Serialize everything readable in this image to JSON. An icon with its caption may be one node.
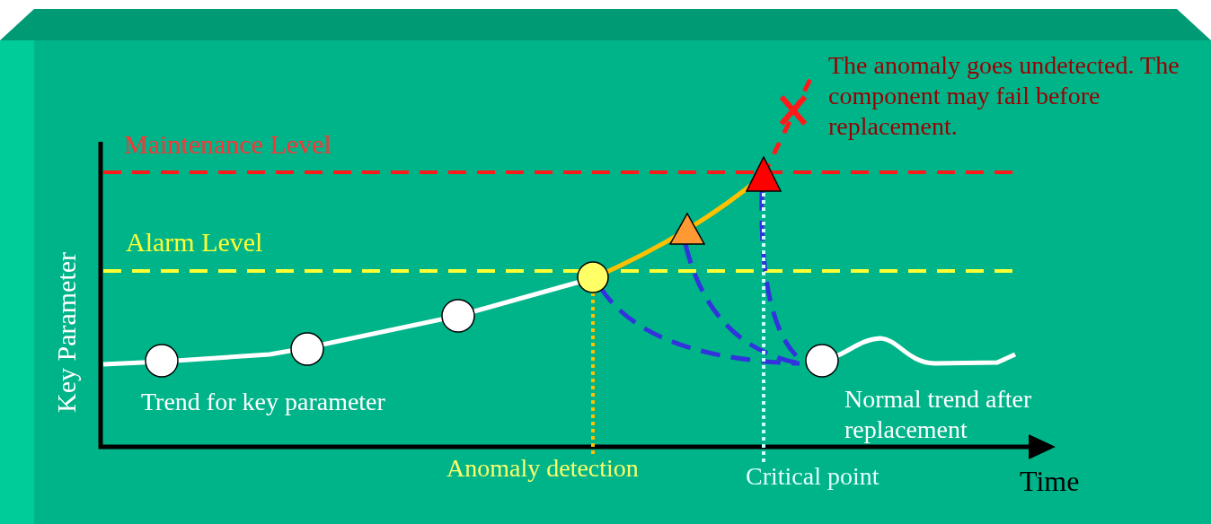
{
  "diagram": {
    "nodes": [
      {
        "text": [
          "Anomaly detection"
        ]
      },
      {
        "text": [],
        "shape": "circle"
      },
      {
        "text": [
          "Critical point"
        ]
      },
      {
        "text": [],
        "shape": "triangle"
      }
    ],
    "edges": [
      {
        "from": 0,
        "to": 1,
        "arrow": "none",
        "style": "dashed",
        "color": "#ffc000"
      },
      {
        "from": 2,
        "to": 3,
        "arrow": "none",
        "style": "dashed",
        "color": "#c8ffff"
      }
    ],
    "labels": [
      "The anomaly goes undetected. The component may fail before replacement.",
      "Maintenance Level",
      "Alarm Level",
      "Key Parameter",
      "Trend for key parameter",
      "Normal trend after replacement",
      "Time"
    ]
  }
}
